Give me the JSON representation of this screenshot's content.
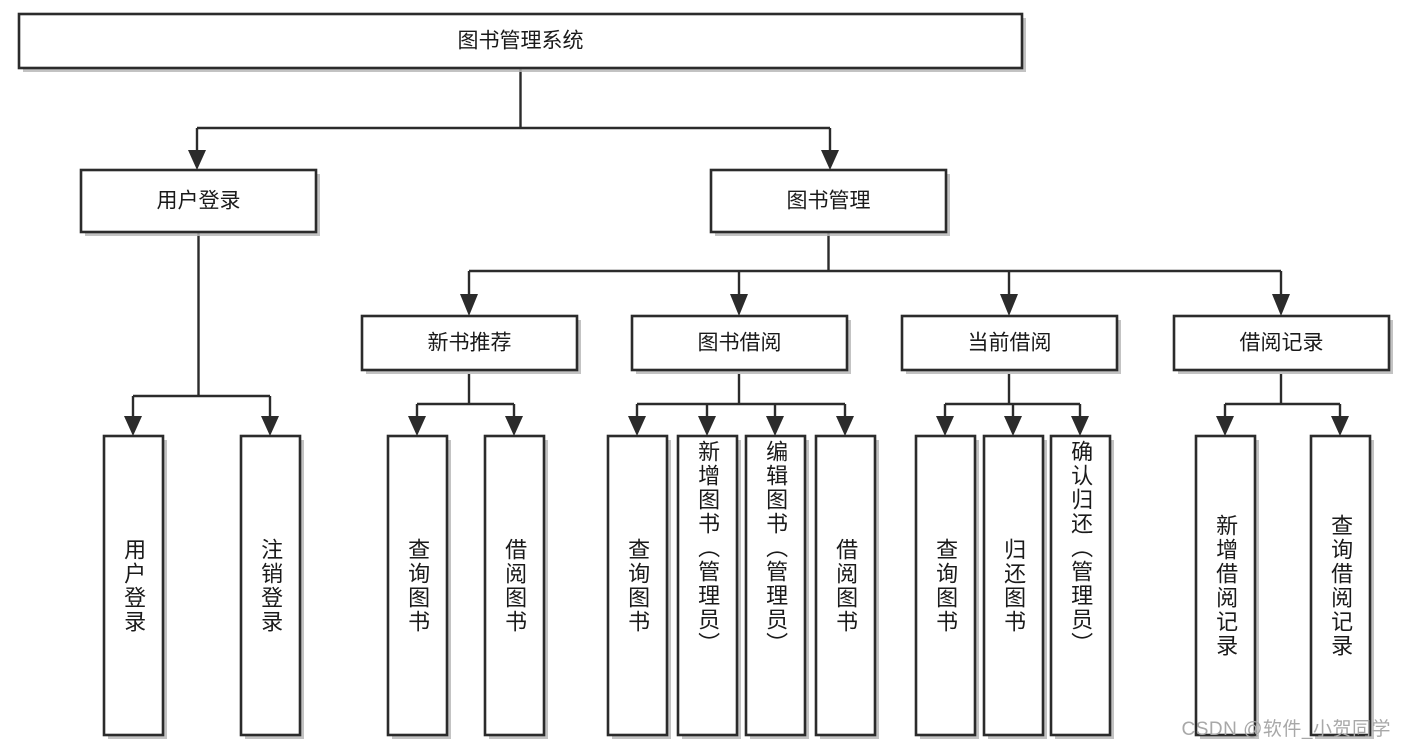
{
  "diagram": {
    "type": "hierarchy-tree",
    "title": "图书管理系统",
    "levels": 4,
    "root": {
      "label": "图书管理系统"
    },
    "level2": [
      {
        "label": "用户登录"
      },
      {
        "label": "图书管理"
      }
    ],
    "level3": [
      {
        "label": "新书推荐",
        "parent": "图书管理"
      },
      {
        "label": "图书借阅",
        "parent": "图书管理"
      },
      {
        "label": "当前借阅",
        "parent": "图书管理"
      },
      {
        "label": "借阅记录",
        "parent": "图书管理"
      }
    ],
    "leaves": [
      {
        "label": "用户登录",
        "parent": "用户登录"
      },
      {
        "label": "注销登录",
        "parent": "用户登录"
      },
      {
        "label": "查询图书",
        "parent": "新书推荐"
      },
      {
        "label": "借阅图书",
        "parent": "新书推荐"
      },
      {
        "label": "查询图书",
        "parent": "图书借阅"
      },
      {
        "label": "新增图书（管理员）",
        "parent": "图书借阅"
      },
      {
        "label": "编辑图书（管理员）",
        "parent": "图书借阅"
      },
      {
        "label": "借阅图书",
        "parent": "图书借阅"
      },
      {
        "label": "查询图书",
        "parent": "当前借阅"
      },
      {
        "label": "归还图书",
        "parent": "当前借阅"
      },
      {
        "label": "确认归还（管理员）",
        "parent": "当前借阅"
      },
      {
        "label": "新增借阅记录",
        "parent": "借阅记录"
      },
      {
        "label": "查询借阅记录",
        "parent": "借阅记录"
      }
    ]
  },
  "watermark": {
    "text": "CSDN @软件_小贺同学"
  },
  "colors": {
    "box_stroke": "#2b2b2b",
    "box_fill": "#ffffff",
    "connector": "#2b2b2b",
    "text": "#1a1a1a",
    "watermark": "#a8a8a8",
    "background": "#ffffff"
  }
}
